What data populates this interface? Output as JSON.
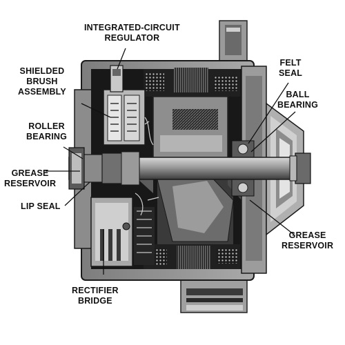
{
  "labels": {
    "integrated_circuit_regulator": [
      "INTEGRATED-CIRCUIT",
      "REGULATOR"
    ],
    "shielded_brush_assembly": [
      "SHIELDED",
      "BRUSH",
      "ASSEMBLY"
    ],
    "roller_bearing": [
      "ROLLER",
      "BEARING"
    ],
    "grease_reservoir_left": [
      "GREASE",
      "RESERVOIR"
    ],
    "lip_seal": [
      "LIP SEAL"
    ],
    "rectifier_bridge": [
      "RECTIFIER",
      "BRIDGE"
    ],
    "felt_seal": [
      "FELT",
      "SEAL"
    ],
    "ball_bearing": [
      "BALL",
      "BEARING"
    ],
    "grease_reservoir_right": [
      "GREASE",
      "RESERVOIR"
    ]
  },
  "colors": {
    "ink": "#111111",
    "housing": "#8a8a8a",
    "housing_light": "#c4c4c4",
    "interior": "#1b1b1b",
    "shaft": "#9a9a9a"
  }
}
